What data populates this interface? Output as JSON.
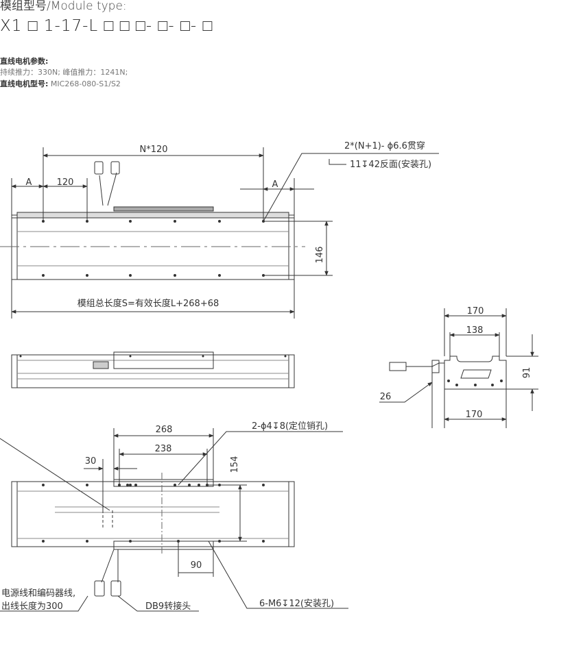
{
  "header": {
    "module_label": "模组型号/Module type:",
    "module_code": "X1 □ 1-17-L □ □ □- □- □- □"
  },
  "specs": {
    "params_title": "直线电机参数:",
    "params_line": "持续推力：330N;   峰值推力：1241N;",
    "model_label": "直线电机型号:",
    "model_value": "MIC268-080-S1/S2"
  },
  "top_view": {
    "dim_pitch": "N*120",
    "dim_a_left": "A",
    "dim_120": "120",
    "dim_a_right": "A",
    "dim_146": "146",
    "hole_note_1": "2*(N+1)- ϕ6.6贯穿",
    "hole_note_2": "11↧42反面(安装孔)",
    "total_length": "模组总长度S=有效长度L+268+68"
  },
  "end_view": {
    "dim_170_top": "170",
    "dim_138": "138",
    "dim_91": "91",
    "dim_26": "26",
    "dim_170_bottom": "170"
  },
  "bottom_view": {
    "dim_268": "268",
    "dim_238": "238",
    "dim_30": "30",
    "dim_154": "154",
    "dim_90": "90",
    "pin_note": "2-ϕ4↧8(定位销孔)",
    "mount_note": "6-M6↧12(安装孔)",
    "cable_note_1": "电源线和编码器线,",
    "cable_note_2": "出线长度为300",
    "connector_note": "DB9转接头"
  }
}
